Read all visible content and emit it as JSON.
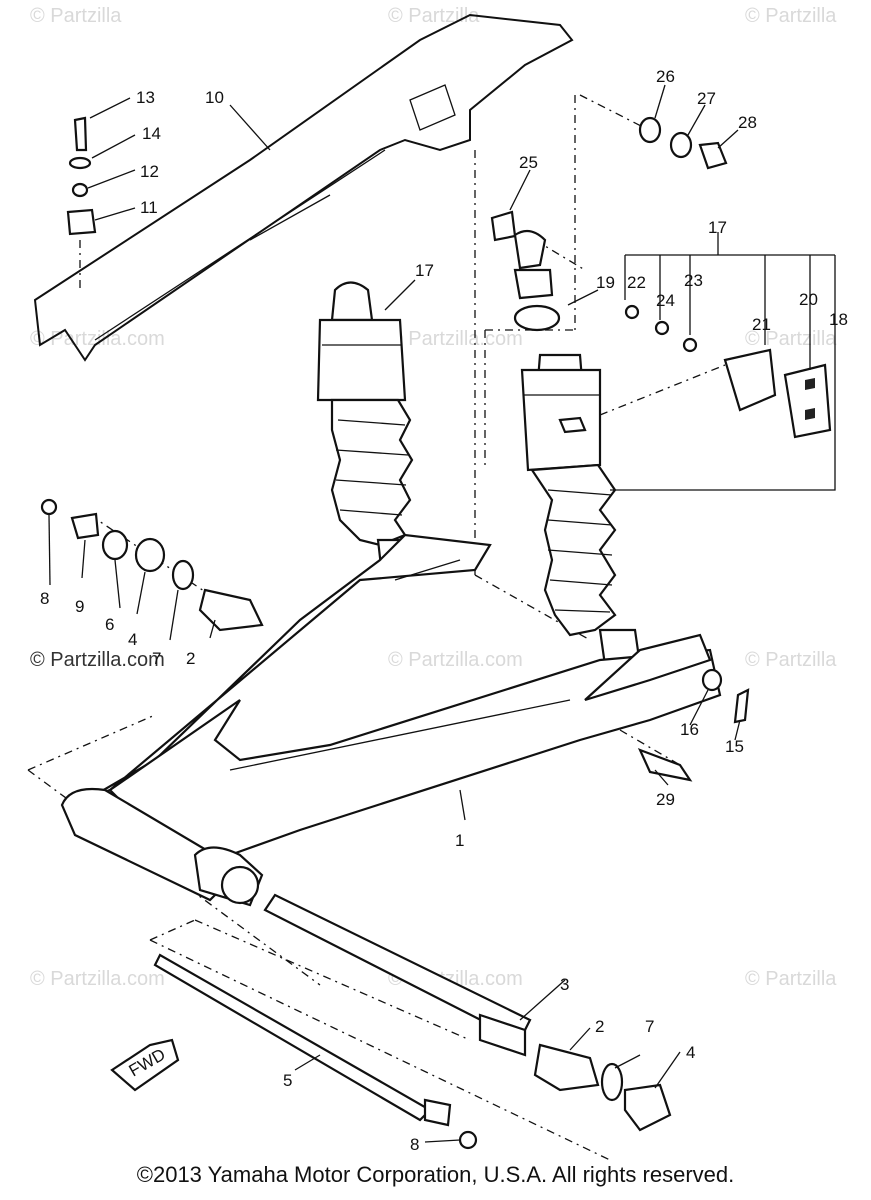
{
  "watermark": {
    "text": "© Partzilla",
    "text_com": "© Partzilla.com"
  },
  "copyright": "©2013 Yamaha Motor Corporation, U.S.A. All rights reserved.",
  "callouts": {
    "c1": "1",
    "c2a": "2",
    "c2b": "2",
    "c3": "3",
    "c4a": "4",
    "c4b": "4",
    "c5": "5",
    "c6": "6",
    "c7a": "7",
    "c7b": "7",
    "c8a": "8",
    "c8b": "8",
    "c9": "9",
    "c10": "10",
    "c11": "11",
    "c12": "12",
    "c13": "13",
    "c14": "14",
    "c15": "15",
    "c16": "16",
    "c17a": "17",
    "c17b": "17",
    "c18": "18",
    "c19": "19",
    "c20": "20",
    "c21": "21",
    "c22": "22",
    "c23": "23",
    "c24": "24",
    "c25": "25",
    "c26": "26",
    "c27": "27",
    "c28": "28",
    "c29": "29"
  },
  "arrow_label": "FWD"
}
